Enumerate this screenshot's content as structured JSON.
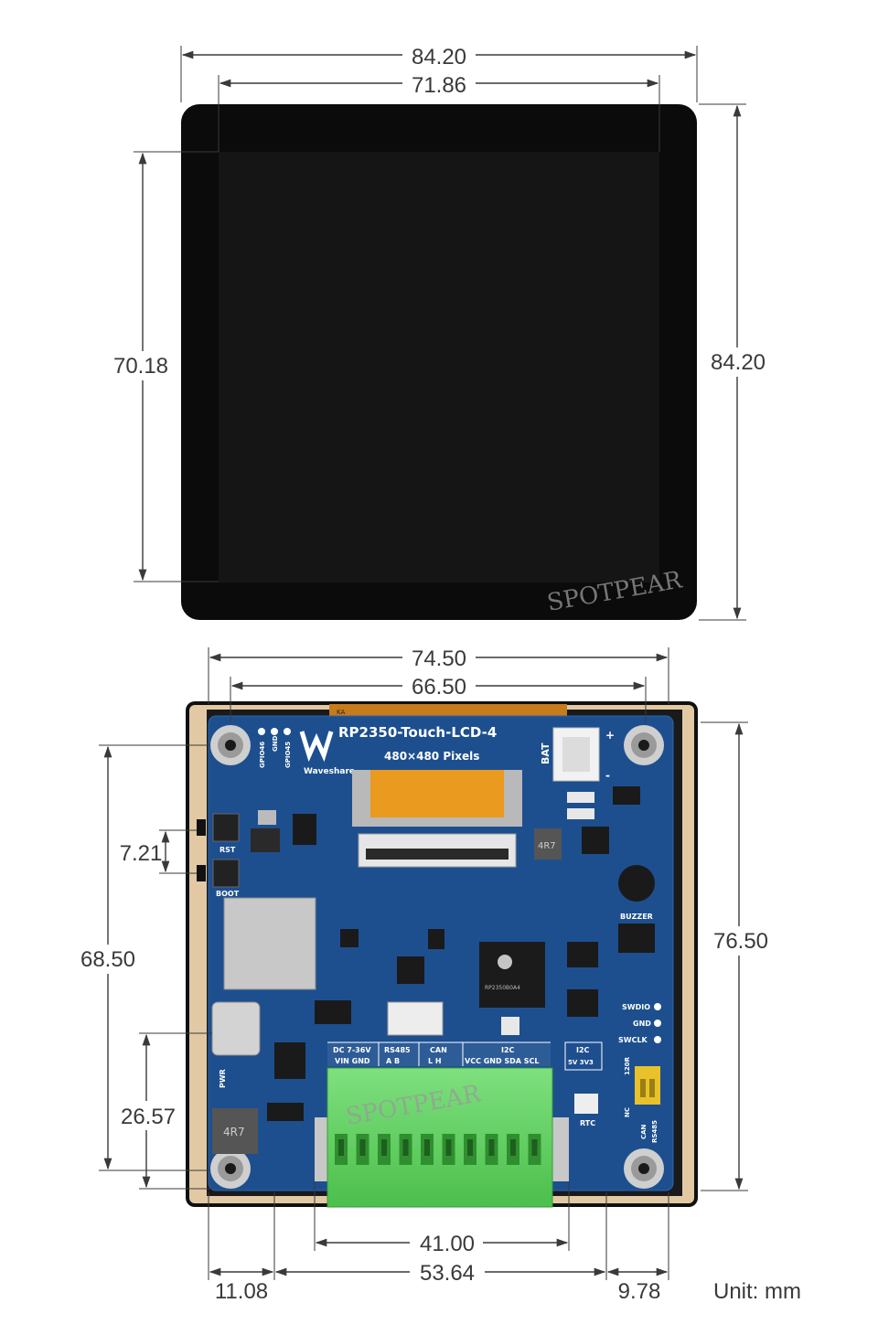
{
  "dimensions": {
    "top_width_outer": "84.20",
    "top_width_active": "71.86",
    "top_height_active": "70.18",
    "top_height_outer": "84.20",
    "back_width_outer": "74.50",
    "back_width_holes": "66.50",
    "back_button_pitch": "7.21",
    "back_height_holes": "68.50",
    "back_height_outer": "76.50",
    "back_usb_height": "26.57",
    "back_terminal_width": "41.00",
    "back_left_offset": "11.08",
    "back_center_span": "53.64",
    "back_right_offset": "9.78"
  },
  "unit_label": "Unit: mm",
  "watermark": "SPOTPEAR",
  "board": {
    "title": "RP2350-Touch-LCD-4",
    "subtitle": "480×480 Pixels",
    "brand": "Waveshare",
    "labels": {
      "gpio46": "GPIO46",
      "gnd_top": "GND",
      "gpio45": "GPIO45",
      "bat": "BAT",
      "rst": "RST",
      "boot": "BOOT",
      "buzzer": "BUZZER",
      "swdio": "SWDIO",
      "gnd": "GND",
      "swclk": "SWCLK",
      "pwr": "PWR",
      "rtc": "RTC",
      "r120": "120R",
      "nc": "NC",
      "can": "CAN",
      "rs485": "RS485",
      "i2c_small": "I2C",
      "i2c_small_pins": "5V 3V3",
      "chip": "RP2350B0A4"
    },
    "terminal_headers": [
      {
        "title": "DC 7-36V",
        "pins": "VIN GND"
      },
      {
        "title": "RS485",
        "pins": "A  B"
      },
      {
        "title": "CAN",
        "pins": "L  H"
      },
      {
        "title": "I2C",
        "pins": "VCC GND SDA SCL"
      }
    ]
  }
}
